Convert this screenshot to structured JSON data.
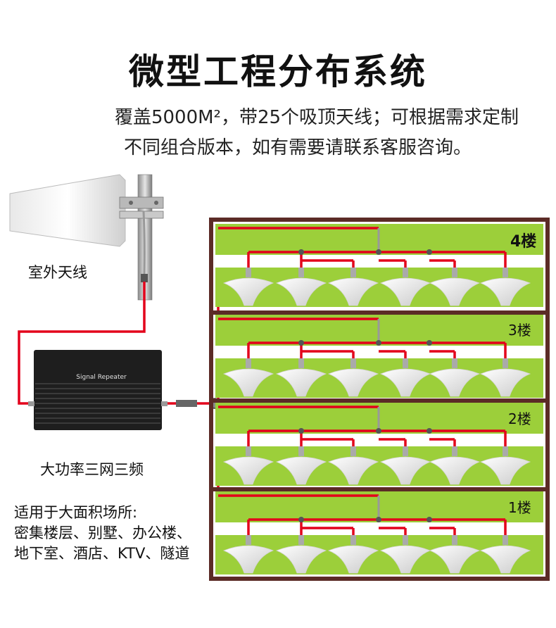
{
  "header": {
    "title": "微型工程分布系统",
    "subtitle_line1": "覆盖5000M²，带25个吸顶天线；可根据需求定制",
    "subtitle_line2": "不同组合版本，如有需要请联系客服咨询。"
  },
  "devices": {
    "outdoor_antenna_label": "室外天线",
    "repeater_label": "大功率三网三频",
    "repeater_brand_text": "Signal Repeater"
  },
  "usage": {
    "title": "适用于大面积场所:",
    "line1": "密集楼层、别墅、办公楼、",
    "line2": "地下室、酒店、KTV、隧道"
  },
  "floors": [
    {
      "label": "4楼"
    },
    {
      "label": "3楼"
    },
    {
      "label": "2楼"
    },
    {
      "label": "1楼"
    }
  ],
  "colors": {
    "cable": "#e3001b",
    "floor_green": "#9ccf3a",
    "building_frame": "#5b2b26",
    "repeater_body": "#1e1e1e"
  }
}
